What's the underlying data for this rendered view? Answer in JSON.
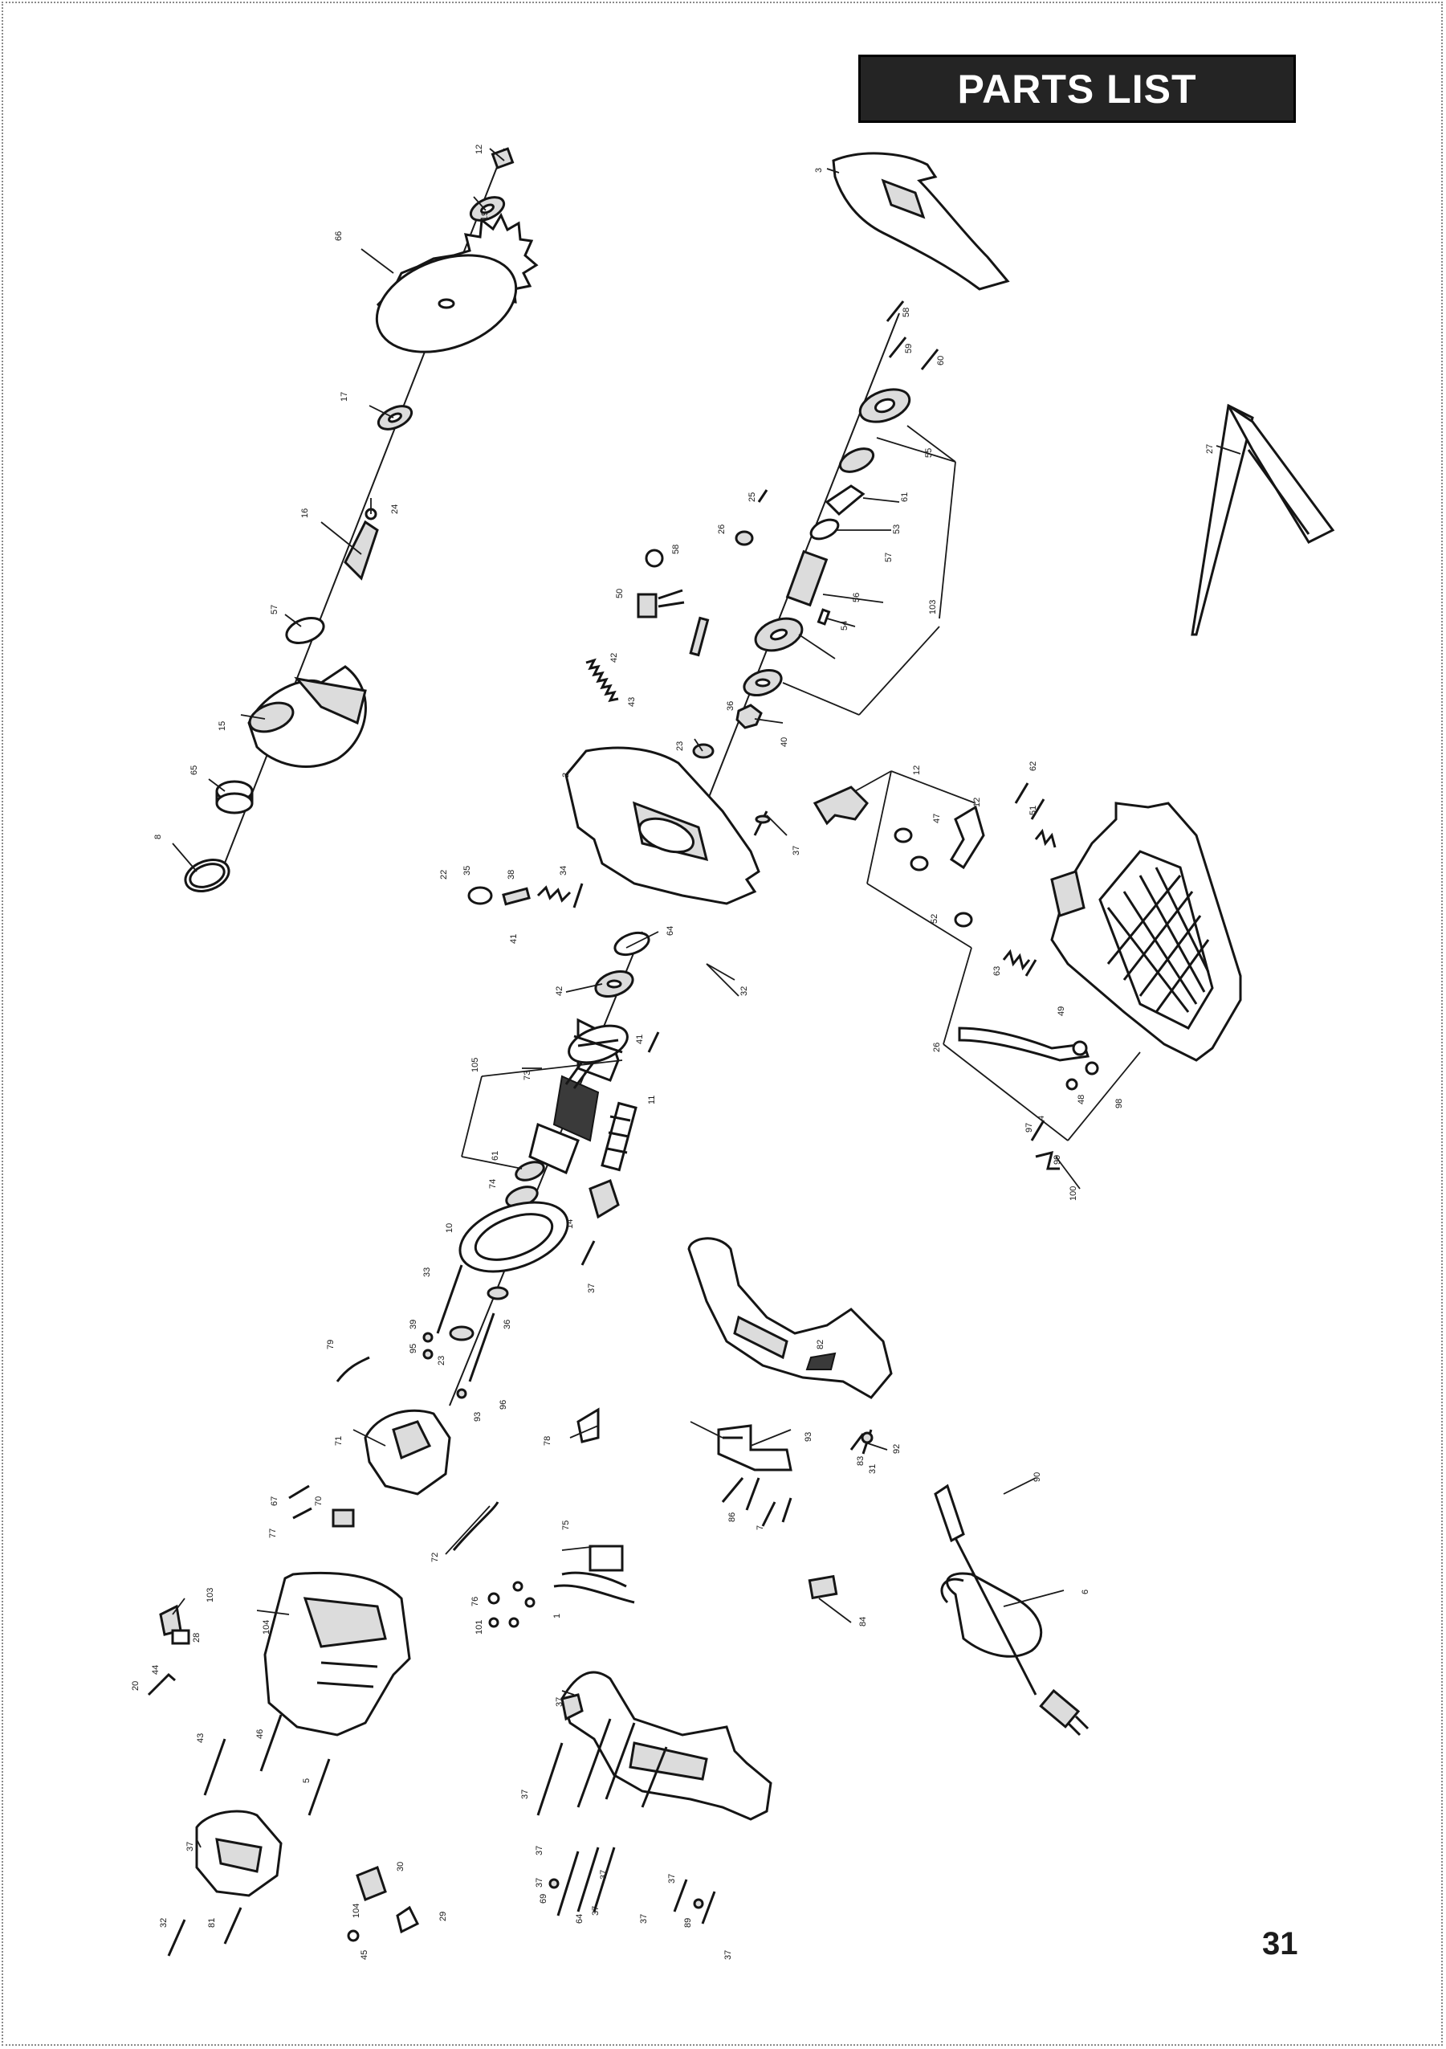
{
  "page": {
    "title": "PARTS LIST",
    "page_number": "31"
  },
  "callouts": [
    {
      "id": "c1",
      "text": "12"
    },
    {
      "id": "c2",
      "text": "19"
    },
    {
      "id": "c3",
      "text": "66"
    },
    {
      "id": "c4",
      "text": "17"
    },
    {
      "id": "c5",
      "text": "16"
    },
    {
      "id": "c6",
      "text": "24"
    },
    {
      "id": "c7",
      "text": "57"
    },
    {
      "id": "c8",
      "text": "15"
    },
    {
      "id": "c9",
      "text": "65"
    },
    {
      "id": "c10",
      "text": "8"
    },
    {
      "id": "c11",
      "text": "3"
    },
    {
      "id": "c12",
      "text": "58"
    },
    {
      "id": "c13",
      "text": "59"
    },
    {
      "id": "c14",
      "text": "60"
    },
    {
      "id": "c15",
      "text": "55"
    },
    {
      "id": "c16",
      "text": "61"
    },
    {
      "id": "c17",
      "text": "53"
    },
    {
      "id": "c18",
      "text": "57"
    },
    {
      "id": "c19",
      "text": "56"
    },
    {
      "id": "c20",
      "text": "54"
    },
    {
      "id": "c21",
      "text": "103"
    },
    {
      "id": "c22",
      "text": "25"
    },
    {
      "id": "c23",
      "text": "26"
    },
    {
      "id": "c24",
      "text": "58"
    },
    {
      "id": "c25",
      "text": "50"
    },
    {
      "id": "c26",
      "text": "42"
    },
    {
      "id": "c27",
      "text": "43"
    },
    {
      "id": "c28",
      "text": "2"
    },
    {
      "id": "c29",
      "text": "23"
    },
    {
      "id": "c30",
      "text": "36"
    },
    {
      "id": "c31",
      "text": "40"
    },
    {
      "id": "c32",
      "text": "37"
    },
    {
      "id": "c33",
      "text": "22"
    },
    {
      "id": "c34",
      "text": "35"
    },
    {
      "id": "c35",
      "text": "38"
    },
    {
      "id": "c36",
      "text": "34"
    },
    {
      "id": "c37",
      "text": "41"
    },
    {
      "id": "c38",
      "text": "42"
    },
    {
      "id": "c39",
      "text": "64"
    },
    {
      "id": "c40",
      "text": "32"
    },
    {
      "id": "c41",
      "text": "105"
    },
    {
      "id": "c42",
      "text": "73"
    },
    {
      "id": "c43",
      "text": "41"
    },
    {
      "id": "c44",
      "text": "11"
    },
    {
      "id": "c45",
      "text": "61"
    },
    {
      "id": "c46",
      "text": "74"
    },
    {
      "id": "c47",
      "text": "10"
    },
    {
      "id": "c48",
      "text": "14"
    },
    {
      "id": "c49",
      "text": "37"
    },
    {
      "id": "c50",
      "text": "33"
    },
    {
      "id": "c51",
      "text": "39"
    },
    {
      "id": "c52",
      "text": "95"
    },
    {
      "id": "c53",
      "text": "23"
    },
    {
      "id": "c54",
      "text": "79"
    },
    {
      "id": "c55",
      "text": "93"
    },
    {
      "id": "c56",
      "text": "36"
    },
    {
      "id": "c57",
      "text": "96"
    },
    {
      "id": "c58",
      "text": "78"
    },
    {
      "id": "c59",
      "text": "71"
    },
    {
      "id": "c60",
      "text": "67"
    },
    {
      "id": "c61",
      "text": "70"
    },
    {
      "id": "c62",
      "text": "77"
    },
    {
      "id": "c63",
      "text": "72"
    },
    {
      "id": "c64",
      "text": "75"
    },
    {
      "id": "c65",
      "text": "76"
    },
    {
      "id": "c66",
      "text": "101"
    },
    {
      "id": "c67",
      "text": "1"
    },
    {
      "id": "c68",
      "text": "104"
    },
    {
      "id": "c69",
      "text": "103"
    },
    {
      "id": "c70",
      "text": "28"
    },
    {
      "id": "c71",
      "text": "20"
    },
    {
      "id": "c72",
      "text": "44"
    },
    {
      "id": "c73",
      "text": "43"
    },
    {
      "id": "c74",
      "text": "46"
    },
    {
      "id": "c75",
      "text": "5"
    },
    {
      "id": "c76",
      "text": "37"
    },
    {
      "id": "c77",
      "text": "32"
    },
    {
      "id": "c78",
      "text": "81"
    },
    {
      "id": "c79",
      "text": "30"
    },
    {
      "id": "c80",
      "text": "104"
    },
    {
      "id": "c81",
      "text": "29"
    },
    {
      "id": "c82",
      "text": "45"
    },
    {
      "id": "c83",
      "text": "12"
    },
    {
      "id": "c84",
      "text": "47"
    },
    {
      "id": "c85",
      "text": "12"
    },
    {
      "id": "c86",
      "text": "52"
    },
    {
      "id": "c87",
      "text": "63"
    },
    {
      "id": "c88",
      "text": "62"
    },
    {
      "id": "c89",
      "text": "51"
    },
    {
      "id": "c90",
      "text": "49"
    },
    {
      "id": "c91",
      "text": "48"
    },
    {
      "id": "c92",
      "text": "98"
    },
    {
      "id": "c93",
      "text": "27"
    },
    {
      "id": "c94",
      "text": "97"
    },
    {
      "id": "c95",
      "text": "99"
    },
    {
      "id": "c96",
      "text": "100"
    },
    {
      "id": "c97",
      "text": "26"
    },
    {
      "id": "c98",
      "text": "4"
    },
    {
      "id": "c99",
      "text": "82"
    },
    {
      "id": "c100",
      "text": "83"
    },
    {
      "id": "c101",
      "text": "31"
    },
    {
      "id": "c102",
      "text": "92"
    },
    {
      "id": "c103",
      "text": "93"
    },
    {
      "id": "c104",
      "text": "86"
    },
    {
      "id": "c105",
      "text": "90"
    },
    {
      "id": "c106",
      "text": "6"
    },
    {
      "id": "c107",
      "text": "84"
    },
    {
      "id": "c108",
      "text": "7"
    },
    {
      "id": "c109",
      "text": "37"
    },
    {
      "id": "c110",
      "text": "37"
    },
    {
      "id": "c111",
      "text": "37"
    },
    {
      "id": "c112",
      "text": "37"
    },
    {
      "id": "c113",
      "text": "37"
    },
    {
      "id": "c114",
      "text": "37"
    },
    {
      "id": "c115",
      "text": "37"
    },
    {
      "id": "c116",
      "text": "37"
    },
    {
      "id": "c117",
      "text": "37"
    },
    {
      "id": "c118",
      "text": "64"
    },
    {
      "id": "c119",
      "text": "69"
    },
    {
      "id": "c120",
      "text": "89"
    }
  ]
}
